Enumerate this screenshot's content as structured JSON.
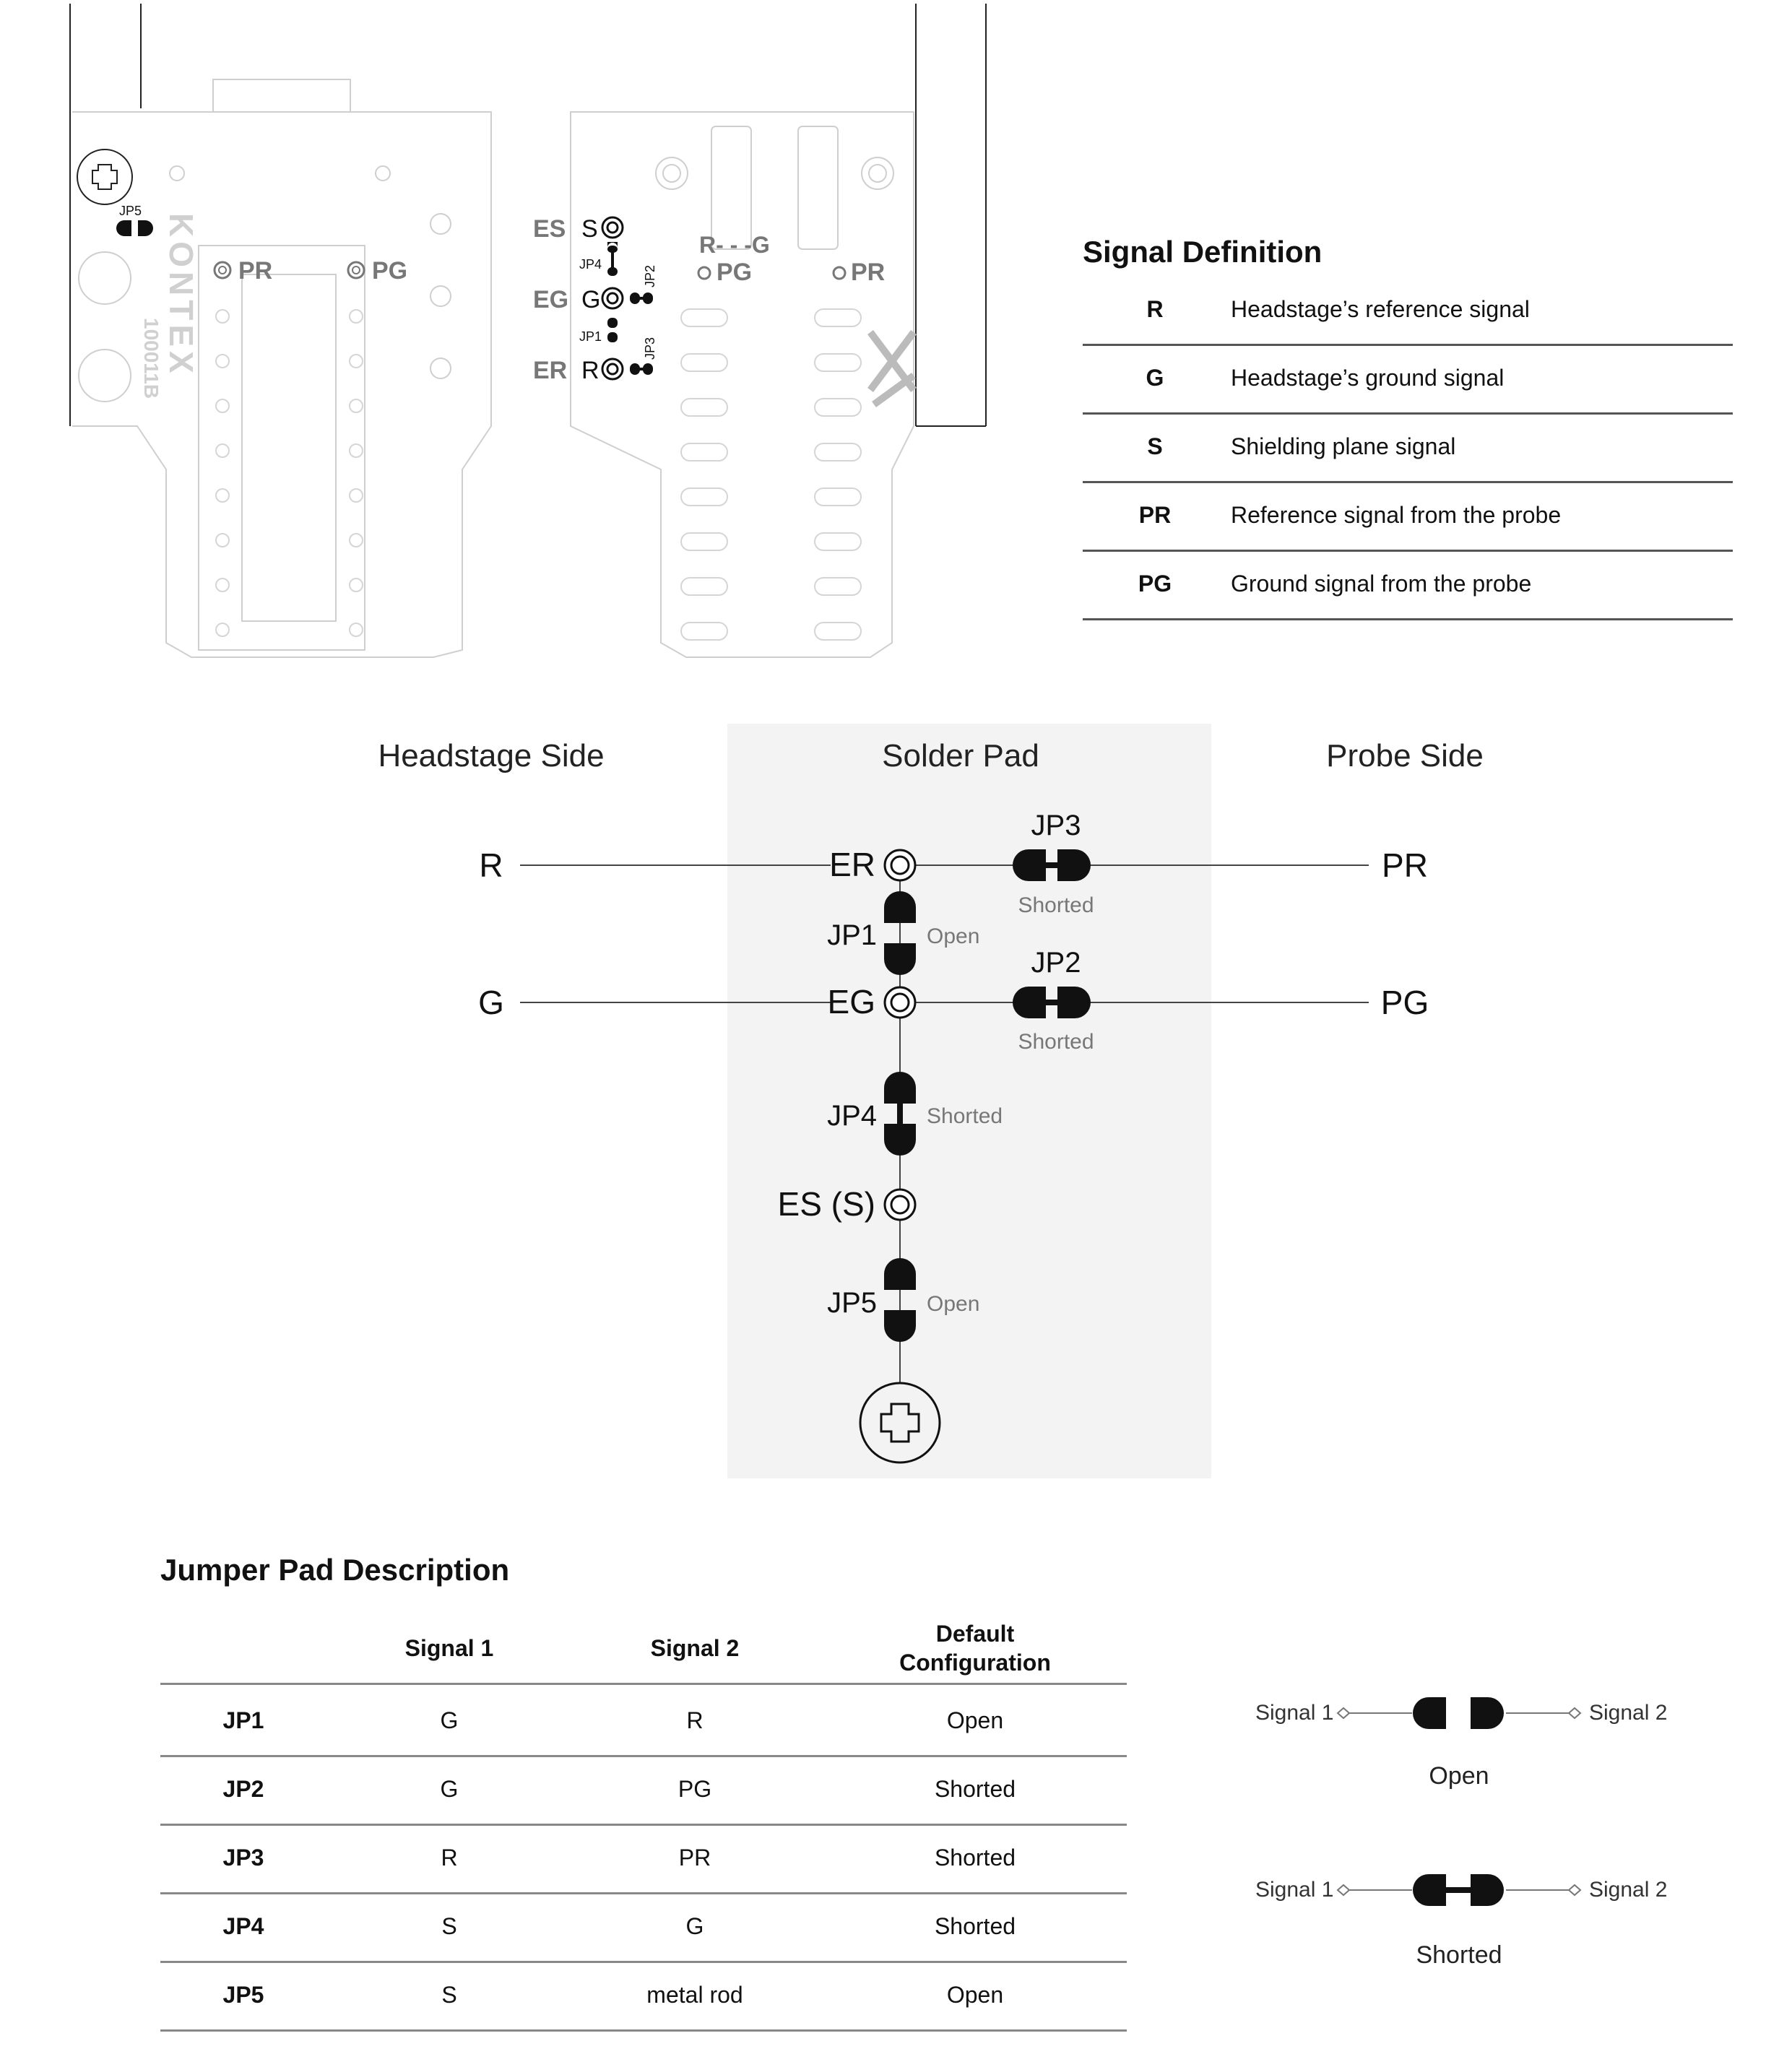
{
  "board": {
    "labels": {
      "jp5": "JP5",
      "kontex": "KONTEX",
      "code": "100011B",
      "pr_left": "PR",
      "pg_left": "PG",
      "es": "ES",
      "eg": "EG",
      "er": "ER",
      "s": "S",
      "g": "G",
      "r": "R",
      "jp4": "JP4",
      "jp1": "JP1",
      "jp2": "JP2",
      "jp3": "JP3",
      "rg": "R- - -G",
      "pg_mid": "PG",
      "pr_right": "PR"
    }
  },
  "signal_definition": {
    "title": "Signal Definition",
    "rows": [
      {
        "code": "R",
        "desc": "Headstage’s reference signal"
      },
      {
        "code": "G",
        "desc": "Headstage’s ground signal"
      },
      {
        "code": "S",
        "desc": "Shielding plane signal"
      },
      {
        "code": "PR",
        "desc": "Reference signal from the probe"
      },
      {
        "code": "PG",
        "desc": "Ground signal from the probe"
      }
    ]
  },
  "schematic": {
    "headstage_side": "Headstage Side",
    "solder_pad": "Solder Pad",
    "probe_side": "Probe Side",
    "r": "R",
    "g": "G",
    "pr": "PR",
    "pg": "PG",
    "er": "ER",
    "eg": "EG",
    "es": "ES (S)",
    "jp1": "JP1",
    "jp2": "JP2",
    "jp3": "JP3",
    "jp4": "JP4",
    "jp5": "JP5",
    "jp1_state": "Open",
    "jp2_state": "Shorted",
    "jp3_state": "Shorted",
    "jp4_state": "Shorted",
    "jp5_state": "Open"
  },
  "jumper_table": {
    "title": "Jumper Pad Description",
    "headers": {
      "signal1": "Signal 1",
      "signal2": "Signal 2",
      "default1": "Default",
      "default2": "Configuration"
    },
    "rows": [
      {
        "jp": "JP1",
        "s1": "G",
        "s2": "R",
        "cfg": "Open"
      },
      {
        "jp": "JP2",
        "s1": "G",
        "s2": "PG",
        "cfg": "Shorted"
      },
      {
        "jp": "JP3",
        "s1": "R",
        "s2": "PR",
        "cfg": "Shorted"
      },
      {
        "jp": "JP4",
        "s1": "S",
        "s2": "G",
        "cfg": "Shorted"
      },
      {
        "jp": "JP5",
        "s1": "S",
        "s2": "metal rod",
        "cfg": "Open"
      }
    ]
  },
  "legend": {
    "signal1": "Signal 1",
    "signal2": "Signal 2",
    "open": "Open",
    "shorted": "Shorted"
  },
  "colors": {
    "pad_bg": "#f3f3f3",
    "line": "#444444",
    "board_line": "#cccccc"
  }
}
